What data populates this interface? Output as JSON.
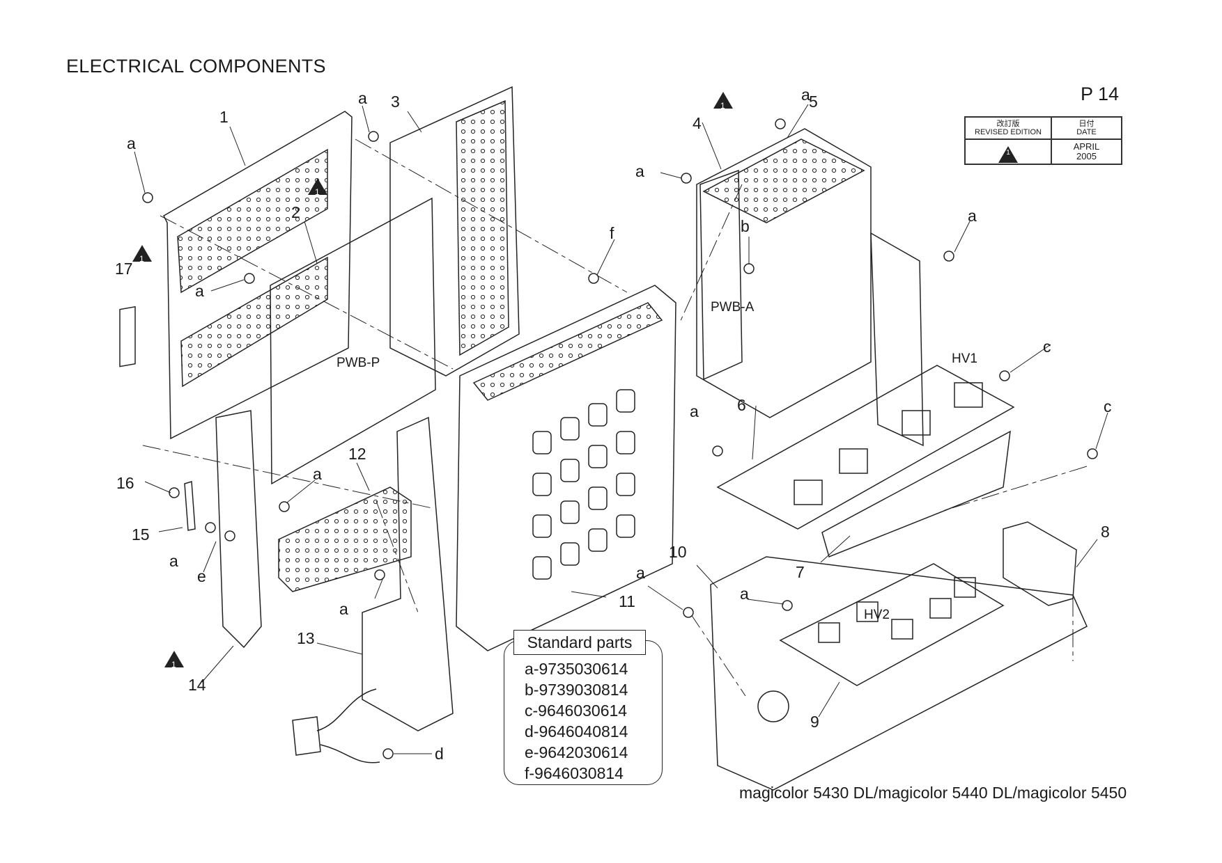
{
  "title": "ELECTRICAL COMPONENTS",
  "page_number": "P 14",
  "footer_model": "magicolor 5430 DL/magicolor 5440 DL/magicolor 5450",
  "revision_table": {
    "col1_header_jp": "改訂版",
    "col1_header_en": "REVISED EDITION",
    "col2_header_jp": "日付",
    "col2_header_en": "DATE",
    "revision_mark": "1",
    "date_month": "APRIL",
    "date_year": "2005"
  },
  "standard_parts": {
    "heading": "Standard parts",
    "items": [
      "a-9735030614",
      "b-9739030814",
      "c-9646030614",
      "d-9646040814",
      "e-9642030614",
      "f-9646030814"
    ]
  },
  "labels": {
    "part_1": "1",
    "part_2": "2",
    "part_3": "3",
    "part_4": "4",
    "part_5": "5",
    "part_6": "6",
    "part_7": "7",
    "part_8": "8",
    "part_9": "9",
    "part_10": "10",
    "part_11": "11",
    "part_12": "12",
    "part_13": "13",
    "part_14": "14",
    "part_15": "15",
    "part_16": "16",
    "part_17": "17",
    "screw_a": "a",
    "screw_b": "b",
    "screw_c": "c",
    "screw_d": "d",
    "screw_e": "e",
    "screw_f": "f",
    "pwb_p": "PWB-P",
    "pwb_a": "PWB-A",
    "hv1": "HV1",
    "hv2": "HV2",
    "revision_mark": "1"
  }
}
